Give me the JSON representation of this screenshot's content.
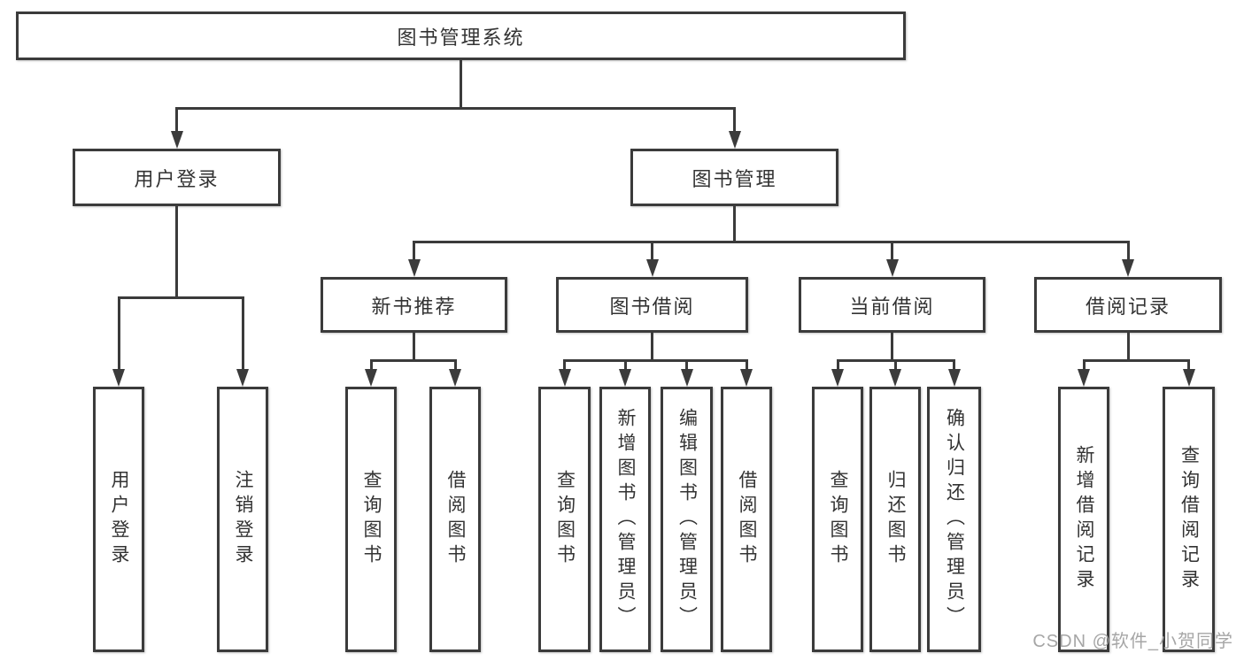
{
  "diagram": {
    "title": "图书管理系统",
    "nodes": [
      {
        "id": "root",
        "label": "图书管理系统",
        "orientation": "horizontal"
      },
      {
        "id": "user-login",
        "label": "用户登录",
        "orientation": "horizontal"
      },
      {
        "id": "book-mgmt",
        "label": "图书管理",
        "orientation": "horizontal"
      },
      {
        "id": "new-books",
        "label": "新书推荐",
        "orientation": "horizontal"
      },
      {
        "id": "book-borrow",
        "label": "图书借阅",
        "orientation": "horizontal"
      },
      {
        "id": "current-borrow",
        "label": "当前借阅",
        "orientation": "horizontal"
      },
      {
        "id": "borrow-records",
        "label": "借阅记录",
        "orientation": "horizontal"
      },
      {
        "id": "login-leaf",
        "label": "用户登录",
        "orientation": "vertical"
      },
      {
        "id": "logout-leaf",
        "label": "注销登录",
        "orientation": "vertical"
      },
      {
        "id": "nb-query",
        "label": "查询图书",
        "orientation": "vertical"
      },
      {
        "id": "nb-borrow",
        "label": "借阅图书",
        "orientation": "vertical"
      },
      {
        "id": "bb-query",
        "label": "查询图书",
        "orientation": "vertical"
      },
      {
        "id": "bb-add",
        "label": "新增图书（管理员）",
        "orientation": "vertical"
      },
      {
        "id": "bb-edit",
        "label": "编辑图书（管理员）",
        "orientation": "vertical"
      },
      {
        "id": "bb-borrow",
        "label": "借阅图书",
        "orientation": "vertical"
      },
      {
        "id": "cb-query",
        "label": "查询图书",
        "orientation": "vertical"
      },
      {
        "id": "cb-return",
        "label": "归还图书",
        "orientation": "vertical"
      },
      {
        "id": "cb-confirm",
        "label": "确认归还（管理员）",
        "orientation": "vertical"
      },
      {
        "id": "br-add",
        "label": "新增借阅记录",
        "orientation": "vertical"
      },
      {
        "id": "br-query",
        "label": "查询借阅记录",
        "orientation": "vertical"
      }
    ],
    "edges": [
      {
        "parent": "root",
        "children": [
          "user-login",
          "book-mgmt"
        ]
      },
      {
        "parent": "user-login",
        "children": [
          "login-leaf",
          "logout-leaf"
        ]
      },
      {
        "parent": "book-mgmt",
        "children": [
          "new-books",
          "book-borrow",
          "current-borrow",
          "borrow-records"
        ]
      },
      {
        "parent": "new-books",
        "children": [
          "nb-query",
          "nb-borrow"
        ]
      },
      {
        "parent": "book-borrow",
        "children": [
          "bb-query",
          "bb-add",
          "bb-edit",
          "bb-borrow"
        ]
      },
      {
        "parent": "current-borrow",
        "children": [
          "cb-query",
          "cb-return",
          "cb-confirm"
        ]
      },
      {
        "parent": "borrow-records",
        "children": [
          "br-add",
          "br-query"
        ]
      }
    ]
  },
  "watermark": {
    "text": "CSDN @软件_小贺同学"
  },
  "colors": {
    "line": "#3b3b3b",
    "text": "#333333",
    "box_background": "#ffffff",
    "watermark": "#a6a6a6",
    "page_background": "#ffffff"
  }
}
